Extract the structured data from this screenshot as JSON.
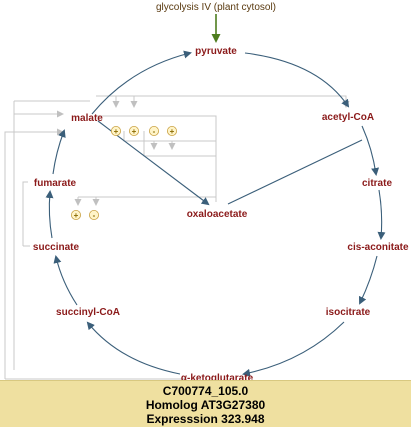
{
  "pathway_link": {
    "label": "glycolysis IV (plant cytosol)"
  },
  "metabolites": {
    "pyruvate": "pyruvate",
    "acetyl_coa": "acetyl-CoA",
    "citrate": "citrate",
    "cis_aconitate": "cis-aconitate",
    "isocitrate": "isocitrate",
    "ketoglutarate": "α-ketoglutarate",
    "succinyl_coa": "succinyl-CoA",
    "succinate": "succinate",
    "fumarate": "fumarate",
    "malate": "malate",
    "oxaloacetate": "oxaloacetate"
  },
  "regulation": {
    "row1": [
      "+",
      "+",
      "-",
      "+"
    ],
    "row2": [
      "+",
      "-"
    ]
  },
  "info": {
    "gene_id": "C700774_105.0",
    "homolog": "Homolog AT3G27380",
    "expression": "Expresssion 323.948"
  },
  "colors": {
    "cycle_arrow": "#3b5f7a",
    "metabolite_text": "#8b1a1a",
    "regulation_lines": "#c8c8c8",
    "pathway_link_arrow": "#4e7d1e",
    "info_background": "#efe0a0"
  }
}
